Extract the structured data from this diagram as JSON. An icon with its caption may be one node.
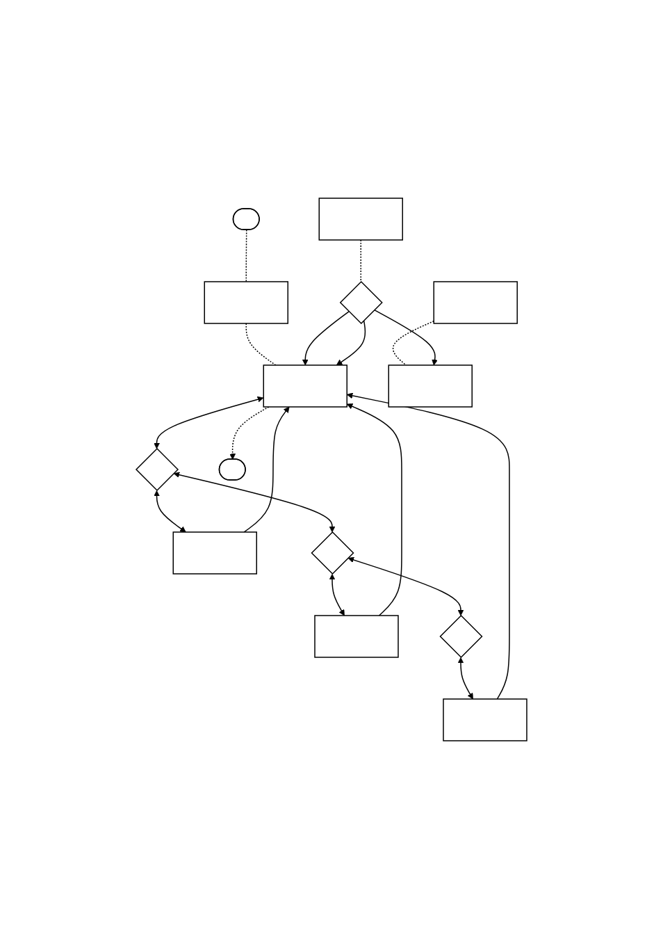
{
  "diagram": {
    "nodes": [
      {
        "text": [],
        "shape": "oval"
      },
      {
        "text": [],
        "shape": "box"
      },
      {
        "text": [],
        "shape": "box"
      },
      {
        "text": [],
        "shape": "box"
      },
      {
        "text": [],
        "shape": "box"
      },
      {
        "text": [],
        "shape": "diamond"
      },
      {
        "text": [],
        "shape": "box"
      },
      {
        "text": [],
        "shape": "diamond"
      },
      {
        "text": [],
        "shape": "box"
      },
      {
        "text": [],
        "shape": "diamond"
      },
      {
        "text": [],
        "shape": "box"
      },
      {
        "text": [],
        "shape": "diamond"
      },
      {
        "text": [],
        "shape": "box"
      },
      {
        "text": [],
        "shape": "oval"
      }
    ],
    "edges": [
      {
        "from": 0,
        "to": 1,
        "arrow": "none",
        "style": "dashed"
      },
      {
        "from": 1,
        "to": 4,
        "arrow": "none",
        "style": "dashed"
      },
      {
        "from": 2,
        "to": 5,
        "arrow": "none",
        "style": "dashed"
      },
      {
        "from": 3,
        "to": 6,
        "arrow": "none",
        "style": "dashed"
      },
      {
        "from": 5,
        "to": 4,
        "arrow": "to"
      },
      {
        "from": 5,
        "to": 6,
        "arrow": "to"
      },
      {
        "from": 5,
        "to": 4,
        "arrow": "to"
      },
      {
        "from": 4,
        "to": 7,
        "arrow": "both"
      },
      {
        "from": 7,
        "to": 8,
        "arrow": "both"
      },
      {
        "from": 7,
        "to": 9,
        "arrow": "both"
      },
      {
        "from": 9,
        "to": 10,
        "arrow": "both"
      },
      {
        "from": 9,
        "to": 11,
        "arrow": "both"
      },
      {
        "from": 11,
        "to": 12,
        "arrow": "both"
      },
      {
        "from": 8,
        "to": 4,
        "arrow": "to"
      },
      {
        "from": 10,
        "to": 4,
        "arrow": "to"
      },
      {
        "from": 12,
        "to": 4,
        "arrow": "to"
      },
      {
        "from": 4,
        "to": 13,
        "arrow": "to",
        "style": "dashed"
      }
    ]
  }
}
